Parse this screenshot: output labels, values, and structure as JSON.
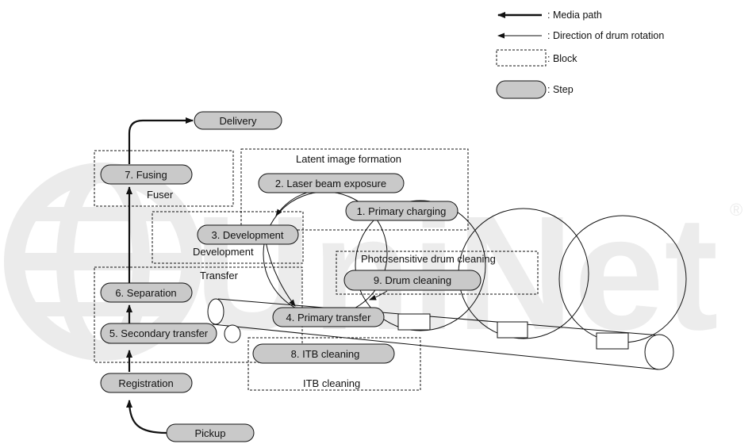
{
  "legend": {
    "media_path": ": Media path",
    "drum_rotation": ": Direction of drum rotation",
    "block": ": Block",
    "step": ": Step"
  },
  "steps": {
    "delivery": "Delivery",
    "fusing": "7. Fusing",
    "laser": "2. Laser beam exposure",
    "primary_charging": "1. Primary charging",
    "development": "3. Development",
    "drum_cleaning": "9. Drum cleaning",
    "separation": "6. Separation",
    "primary_transfer": "4. Primary transfer",
    "secondary_transfer": "5. Secondary transfer",
    "itb_cleaning": "8. ITB cleaning",
    "registration": "Registration",
    "pickup": "Pickup"
  },
  "blocks": {
    "fuser": "Fuser",
    "latent": "Latent image formation",
    "development": "Development",
    "drum_cleaning": "Photosensitive drum cleaning",
    "transfer": "Transfer",
    "itb_cleaning": "ITB cleaning"
  },
  "watermark": {
    "text": "UniNet",
    "mark": "®"
  },
  "colors": {
    "step_fill": "#c9c9c9",
    "stroke": "#111111",
    "watermark": "#ebebeb"
  }
}
